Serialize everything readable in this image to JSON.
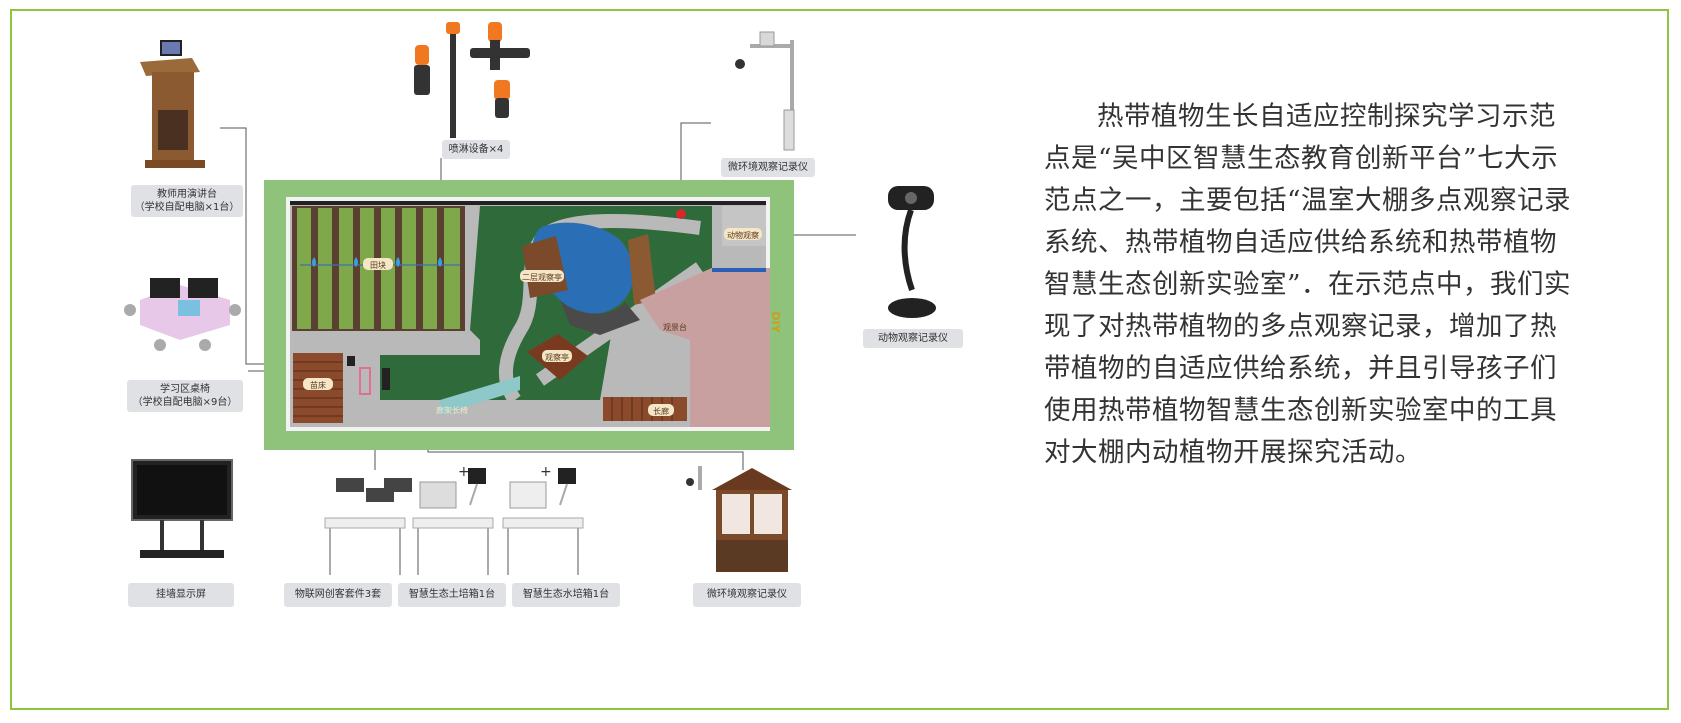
{
  "colors": {
    "frame": "#8cc63f",
    "grass_border": "#8fc27a",
    "dark_green": "#2f6b3a",
    "path_gray": "#b9b9b9",
    "wood": "#8b4a2b",
    "water": "#2a6fb5",
    "pink_floor": "#c9a0a0"
  },
  "labels": {
    "teacher_podium": {
      "line1": "教师用演讲台",
      "line2": "（学校自配电脑×1台）"
    },
    "sprinkler": "喷淋设备×4",
    "micro_env_top": "微环境观察记录仪",
    "animal_recorder": "动物观察记录仪",
    "study_desks": {
      "line1": "学习区桌椅",
      "line2": "（学校自配电脑×9台）"
    },
    "wall_display": "挂墙显示屏",
    "iot_kit": "物联网创客套件3套",
    "soil_box": "智慧生态土培箱1台",
    "water_box": "智慧生态水培箱1台",
    "micro_env_bottom": "微环境观察记录仪"
  },
  "map_labels": {
    "field": "田块",
    "building_2f": "二层观察亭",
    "pavilion": "观察亭",
    "platform": "观景台",
    "corridor": "长廊",
    "animal_area": "动物观察",
    "bed": "苗床",
    "long_bench": "廊架长椅",
    "side_mark": "DIY"
  },
  "description": "热带植物生长自适应控制探究学习示范点是“吴中区智慧生态教育创新平台”七大示范点之一，主要包括“温室大棚多点观察记录系统、热带植物自适应供给系统和热带植物智慧生态创新实验室”．在示范点中，我们实现了对热带植物的多点观察记录，增加了热带植物的自适应供给系统，并且引导孩子们使用热带植物智慧生态创新实验室中的工具对大棚内动植物开展探究活动。"
}
